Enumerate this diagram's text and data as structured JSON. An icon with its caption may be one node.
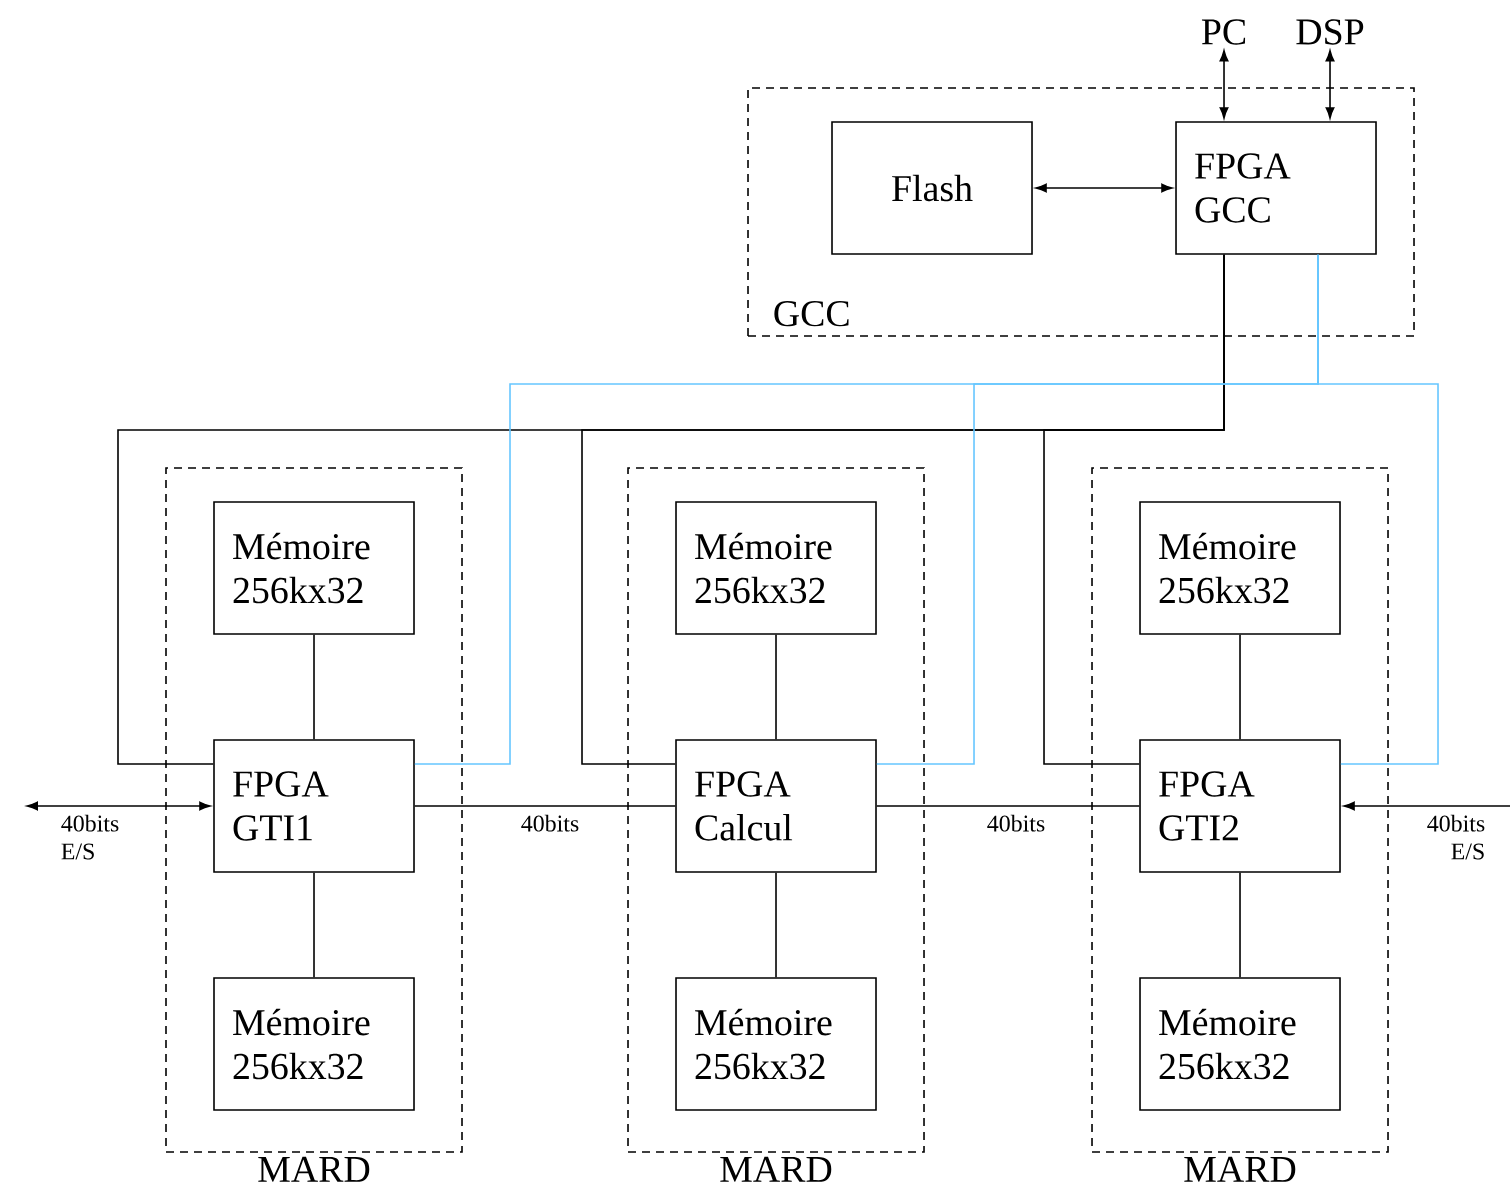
{
  "diagram": {
    "nodes": [
      {
        "text": [
          "GCC"
        ]
      },
      {
        "text": [
          "Flash"
        ],
        "in": 0
      },
      {
        "text": [
          "FPGA GCC"
        ],
        "in": 0
      },
      {
        "text": [
          "PC"
        ]
      },
      {
        "text": [
          "DSP"
        ]
      },
      {
        "text": [
          "MARD"
        ]
      },
      {
        "text": [
          "Mémoire 256kx32"
        ],
        "in": 5
      },
      {
        "text": [
          "FPGA GTI1"
        ],
        "in": 5
      },
      {
        "text": [
          "Mémoire 256kx32"
        ],
        "in": 5
      },
      {
        "text": [
          "MARD"
        ]
      },
      {
        "text": [
          "Mémoire 256kx32"
        ],
        "in": 9
      },
      {
        "text": [
          "FPGA Calcul"
        ],
        "in": 9
      },
      {
        "text": [
          "Mémoire 256kx32"
        ],
        "in": 9
      },
      {
        "text": [
          "MARD"
        ]
      },
      {
        "text": [
          "Mémoire 256kx32"
        ],
        "in": 13
      },
      {
        "text": [
          "FPGA GTI2"
        ],
        "in": 13
      },
      {
        "text": [
          "Mémoire 256kx32"
        ],
        "in": 13
      }
    ],
    "edges": [
      {
        "from": 1,
        "to": 2,
        "arrow": "both"
      },
      {
        "from": 3,
        "to": 2,
        "arrow": "both"
      },
      {
        "from": 4,
        "to": 2,
        "arrow": "both"
      },
      {
        "from": 2,
        "to": 7,
        "arrow": "none"
      },
      {
        "from": 2,
        "to": 11,
        "arrow": "none"
      },
      {
        "from": 2,
        "to": 15,
        "arrow": "none"
      },
      {
        "from": 2,
        "to": 7,
        "arrow": "none",
        "color": "#66c6ff"
      },
      {
        "from": 2,
        "to": 11,
        "arrow": "none",
        "color": "#66c6ff"
      },
      {
        "from": 2,
        "to": 15,
        "arrow": "none",
        "color": "#66c6ff"
      },
      {
        "from": 6,
        "to": 7,
        "arrow": "none"
      },
      {
        "from": 7,
        "to": 8,
        "arrow": "none"
      },
      {
        "from": 10,
        "to": 11,
        "arrow": "none"
      },
      {
        "from": 11,
        "to": 12,
        "arrow": "none"
      },
      {
        "from": 14,
        "to": 15,
        "arrow": "none"
      },
      {
        "from": 15,
        "to": 16,
        "arrow": "none"
      },
      {
        "from": null,
        "to": 7,
        "arrow": "both",
        "label": "40bits E/S"
      },
      {
        "from": 7,
        "to": 11,
        "arrow": "none",
        "label": "40bits"
      },
      {
        "from": 11,
        "to": 15,
        "arrow": "none",
        "label": "40bits"
      },
      {
        "from": null,
        "to": 15,
        "arrow": "to",
        "label": "40bits E/S"
      }
    ]
  }
}
